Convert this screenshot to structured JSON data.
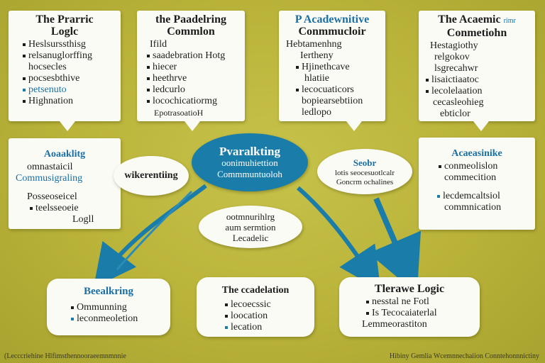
{
  "colors": {
    "background": "#bcb63c",
    "accent_blue": "#1a6fa3",
    "card": "#fbfbf6"
  },
  "top_cards": [
    {
      "title": [
        "The Prarric",
        "Loglc"
      ],
      "lines": [
        "Heslsurssthisg",
        "relsanuglorffing",
        "hocsecles",
        "pocsesbthive",
        "petsenuto",
        "Highnation"
      ]
    },
    {
      "title": [
        "the Paadelring",
        "Commlon"
      ],
      "lines": [
        "Ifild",
        "saadebration Hotg",
        "hiecer",
        "heethrve",
        "ledcurlo",
        "locochicatiormg",
        "EpotrasoatioH"
      ]
    },
    {
      "title": [
        "P Acadewnitive",
        "Conmmucloir"
      ],
      "lines": [
        "Hebtamenhng",
        "Iertheny",
        "Hjinethcave",
        "hlatiie",
        "lecocuaticors",
        "bopiearsebtiion",
        "ledlopo"
      ]
    },
    {
      "title": [
        "The Acaemic",
        "Conmetiohn"
      ],
      "title_note": "rimr",
      "lines": [
        "Hestagiothy",
        "relgokov",
        "lsgrecahwr",
        "lisaictiaatoc",
        "lecolelaation",
        "cecasleohieg",
        "ebticlor"
      ]
    }
  ],
  "center": {
    "title": "Pvaralkting",
    "lines": [
      "oonimuhiettion",
      "Commmuntuoloh"
    ]
  },
  "left_pill": {
    "text": "wikerentiing"
  },
  "right_pill": {
    "title": "Seobr",
    "lines": [
      "lotis seocesuotlcalr",
      "Goncrm ochalines"
    ]
  },
  "center_pill": {
    "lines": [
      "ootmnurihlrg",
      "aum sermtion",
      "Lecadelic"
    ]
  },
  "left_mid_card": {
    "title": "Aoaaklitg",
    "lines": [
      "omnastaicil",
      "Commusigraling",
      "Posseoseicel",
      "teelsseoeie",
      "Logll"
    ]
  },
  "right_mid_card": {
    "title": "Acaeasinike",
    "lines": [
      "conmeolislon",
      "commecition",
      "lecdemcaltsiol",
      "commnication"
    ]
  },
  "bottom_cards": [
    {
      "title": "Beealkring",
      "lines": [
        "Ommunning",
        "leconmeoletion"
      ]
    },
    {
      "title": "The ccadelation",
      "lines": [
        "lecoecssic",
        "loocation",
        "lecation"
      ]
    },
    {
      "title": "Tlerawe Logic",
      "lines": [
        "nesstal ne Fotl",
        "Is Tecocaiaterlal",
        "Lemmeorastiton"
      ]
    }
  ],
  "footer": {
    "left": "(Lecccriehine Hlfimsthennooraeemnmnnie",
    "right": "Hibiny Gemlia Wcemnnechaiion Conntehonnnictiny"
  }
}
